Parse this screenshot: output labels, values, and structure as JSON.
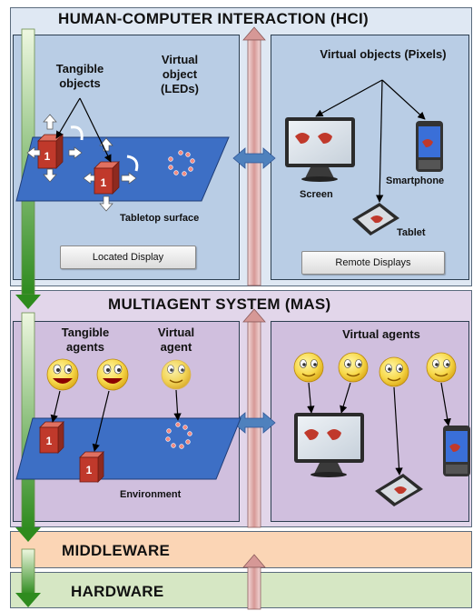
{
  "bands": {
    "hci": "HUMAN-COMPUTER INTERACTION (HCI)",
    "mas": "MULTIAGENT SYSTEM (MAS)",
    "middleware": "MIDDLEWARE",
    "hardware": "HARDWARE"
  },
  "hci_left": {
    "tangible_objects": "Tangible objects",
    "virtual_object_leds": "Virtual object (LEDs)",
    "cube_label": "1",
    "tabletop_surface": "Tabletop surface",
    "button": "Located Display"
  },
  "hci_right": {
    "virtual_objects_pixels": "Virtual objects (Pixels)",
    "screen": "Screen",
    "smartphone": "Smartphone",
    "tablet": "Tablet",
    "button": "Remote Displays"
  },
  "mas_left": {
    "tangible_agents": "Tangible agents",
    "virtual_agent": "Virtual agent",
    "environment": "Environment"
  },
  "mas_right": {
    "virtual_agents": "Virtual agents"
  },
  "colors": {
    "hci_band": "#dfe8f3",
    "hci_panel": "#b9cde5",
    "mas_band": "#e2d6ea",
    "mas_panel": "#d0bfde",
    "middleware_band": "#fbd5b5",
    "hardware_band": "#d6e7c4",
    "tabletop": "#3d6fc5",
    "cube": "#c0392b",
    "pillar": "#e6b9b8"
  }
}
